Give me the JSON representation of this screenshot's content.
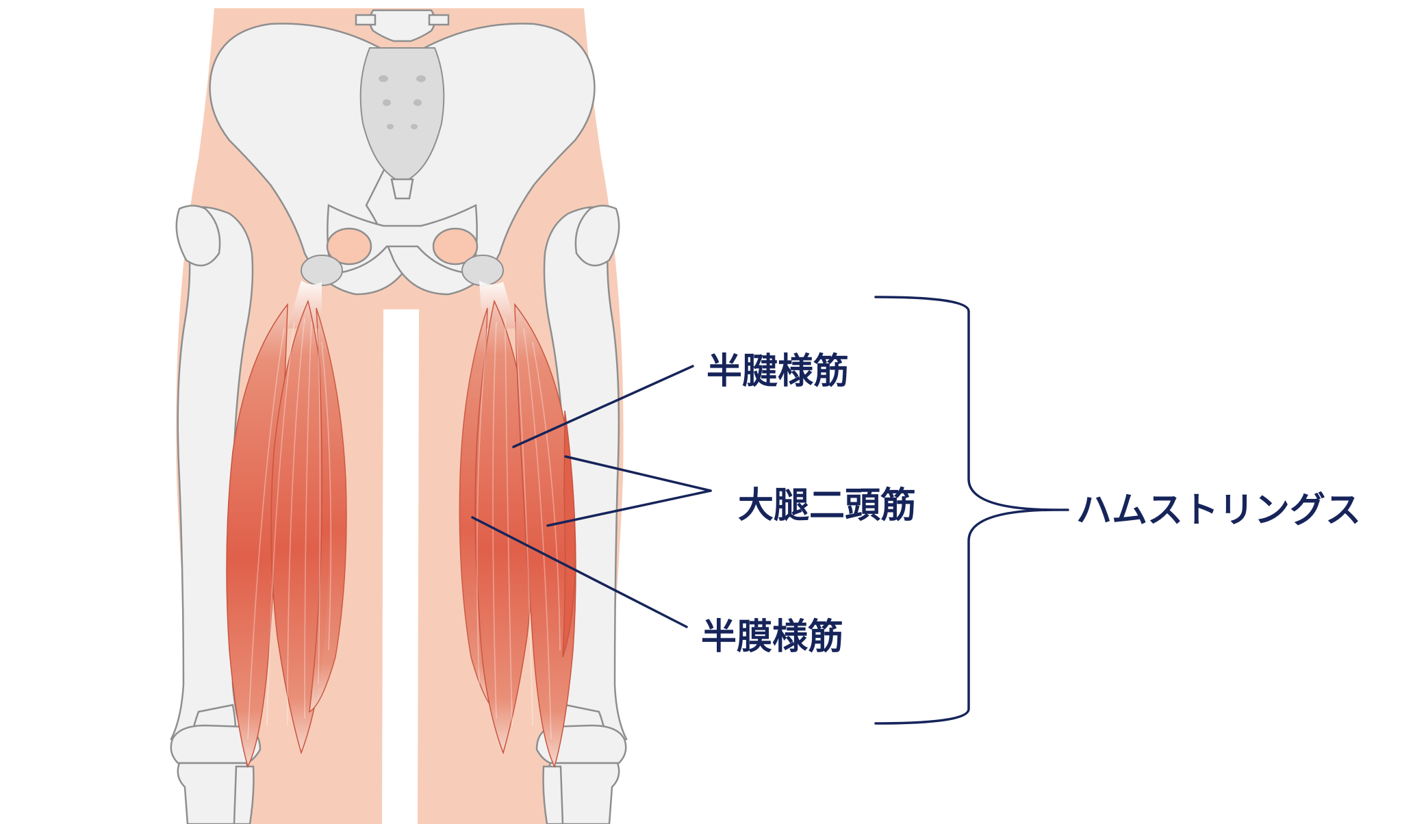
{
  "labels": {
    "semitendinosus": "半腱様筋",
    "biceps_femoris": "大腿二頭筋",
    "semimembranosus": "半膜様筋",
    "hamstrings": "ハムストリングス"
  },
  "colors": {
    "skin": "#f7cdb9",
    "bone": "#f1f1f1",
    "bone_outline": "#8e8e8e",
    "muscle": "#e0604a",
    "label_text": "#16245a"
  }
}
